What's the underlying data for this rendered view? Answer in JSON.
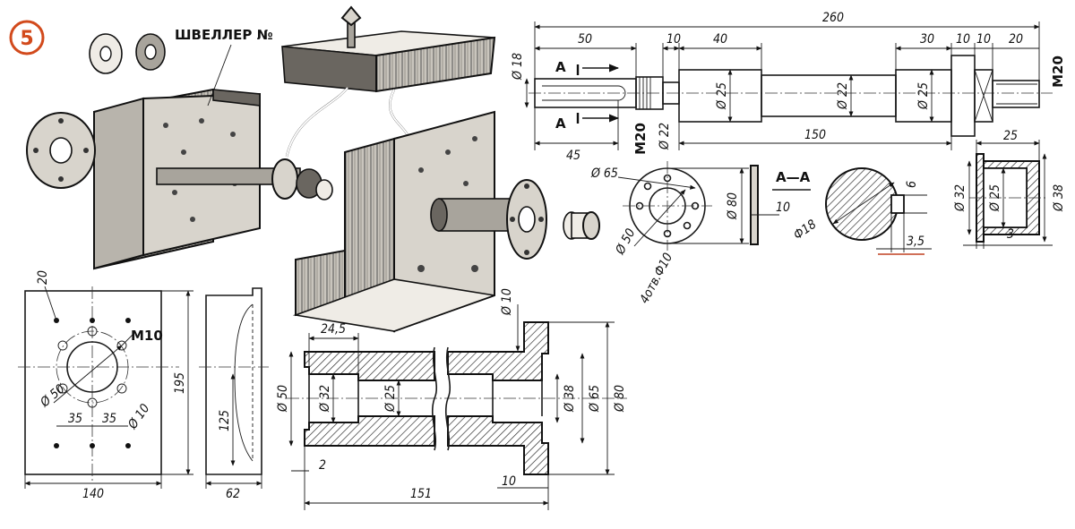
{
  "figure_number": "5",
  "channel_label": "ШВЕЛЛЕР №",
  "section_label": "А—А",
  "section_marker": "А",
  "shaft": {
    "total": "260",
    "len_key": "50",
    "len_10a": "10",
    "len_40": "40",
    "len_30": "30",
    "len_10b": "10",
    "len_10c": "10",
    "len_20": "20",
    "len_45": "45",
    "len_150": "150",
    "d18": "Ø 18",
    "d25a": "Ø 25",
    "d22a": "Ø 22",
    "d25b": "Ø 25",
    "m20_right": "M20",
    "m20_left": "M20",
    "d22_left": "Ø 22"
  },
  "flange": {
    "d65": "Ø 65",
    "d80": "Ø 80",
    "d50": "Ø 50",
    "holes": "4отв.Ф10"
  },
  "keyway": {
    "t10": "10",
    "d18": "Ф18",
    "w6": "6",
    "h35": "3,5"
  },
  "bushing": {
    "len25": "25",
    "d32": "Ø 32",
    "d25": "Ø 25",
    "d38": "Ø 38",
    "t3": "3"
  },
  "plate": {
    "h20": "20",
    "m10": "M10",
    "d50": "Ø 50",
    "s35a": "35",
    "s35b": "35",
    "d10": "Ø 10",
    "w140": "140",
    "h195": "195"
  },
  "channel": {
    "h125": "125",
    "w62": "62"
  },
  "housing": {
    "l245": "24,5",
    "d10t": "Ø 10",
    "d50": "Ø 50",
    "d32": "Ø 32",
    "d25": "Ø 25",
    "d38": "Ø 38",
    "d65": "Ø 65",
    "d80": "Ø 80",
    "t2": "2",
    "t10": "10",
    "l151": "151"
  }
}
